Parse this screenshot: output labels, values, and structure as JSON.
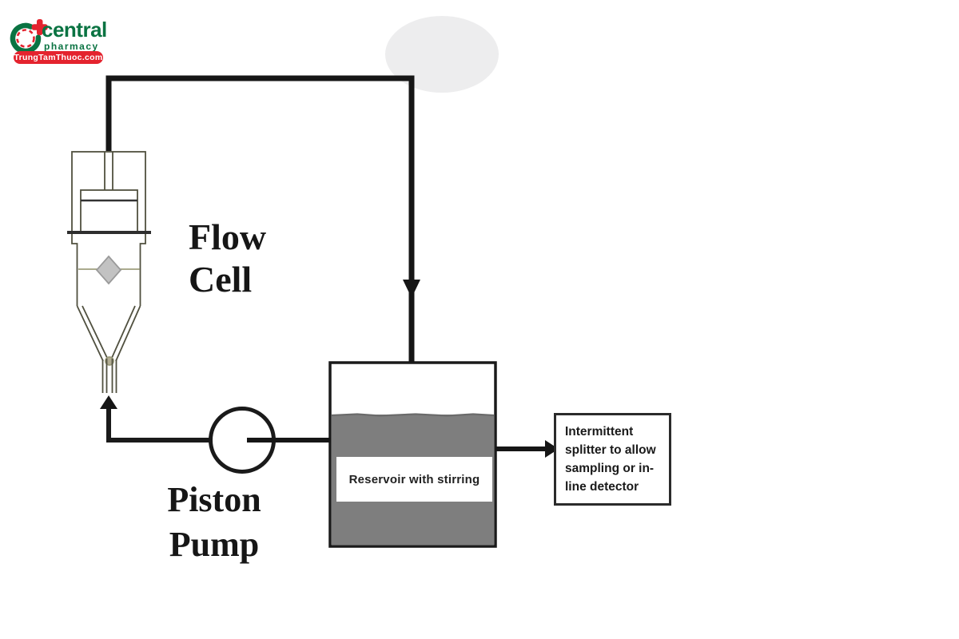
{
  "logo": {
    "brand": "central",
    "tagline": "pharmacy",
    "badge": "TrungTamThuoc.com",
    "brand_color": "#0a7342",
    "accent_red": "#e4232e"
  },
  "diagram": {
    "flow_cell_label": "Flow\nCell",
    "piston_pump_label": "Piston\nPump",
    "reservoir_label": "Reservoir with stirring",
    "splitter_label": "Intermittent\nsplitter to allow\nsampling or in-\nline detector",
    "pipe_color": "#161616",
    "apparatus_line_color": "#50503f",
    "liquid_color": "#7e7e7e",
    "watermark_color": "#ededee"
  }
}
